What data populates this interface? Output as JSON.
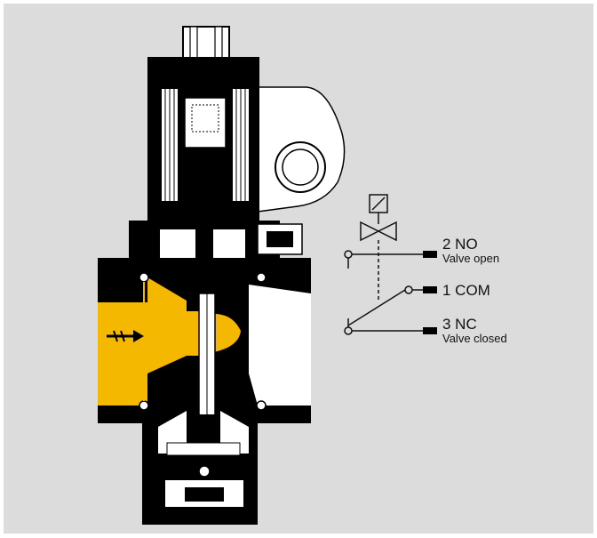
{
  "colors": {
    "panel_bg": "#dcdcdc",
    "body_black": "#000000",
    "fluid_highlight": "#f5b800",
    "line": "#111111"
  },
  "diagram": {
    "switch_labels": {
      "no_port": "2 NO",
      "no_state": "Valve open",
      "com_port": "1 COM",
      "nc_port": "3 NC",
      "nc_state": "Valve closed"
    },
    "icons": [
      "solenoid-valve-symbol-icon",
      "flow-direction-arrow-icon"
    ]
  }
}
